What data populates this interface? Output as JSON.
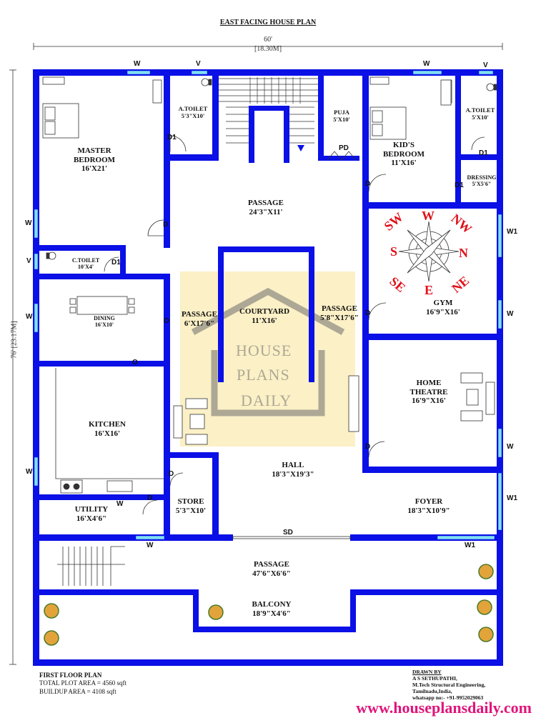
{
  "title": "EAST FACING HOUSE PLAN",
  "dimensions": {
    "width_ft": "60'",
    "width_m": "[18.30M]",
    "height_ft": "76'",
    "height_m": "[23.17M]"
  },
  "rooms": {
    "master_bedroom": {
      "name": "MASTER\nBEDROOM",
      "size": "16'X21'"
    },
    "a_toilet_left": {
      "name": "A.TOILET",
      "size": "5'3\"X10'"
    },
    "puja": {
      "name": "PUJA",
      "size": "5'X10'"
    },
    "kids_bedroom": {
      "name": "KID'S\nBEDROOM",
      "size": "11'X16'"
    },
    "a_toilet_right": {
      "name": "A.TOILET",
      "size": "5'X10'"
    },
    "dressing": {
      "name": "DRESSING",
      "size": "5'X5'6\""
    },
    "passage_top": {
      "name": "PASSAGE",
      "size": "24'3\"X11'"
    },
    "c_toilet": {
      "name": "C.TOILET",
      "size": "10'X4'"
    },
    "gym": {
      "name": "GYM",
      "size": "16'9\"X16'"
    },
    "dining": {
      "name": "DINING",
      "size": "16'X10'"
    },
    "passage_left": {
      "name": "PASSAGE",
      "size": "6'X17'6\""
    },
    "courtyard": {
      "name": "COURTYARD",
      "size": "11'X16'"
    },
    "passage_right": {
      "name": "PASSAGE",
      "size": "5'8\"X17'6\""
    },
    "home_theatre": {
      "name": "HOME\nTHEATRE",
      "size": "16'9\"X16'"
    },
    "kitchen": {
      "name": "KITCHEN",
      "size": "16'X16'"
    },
    "hall": {
      "name": "HALL",
      "size": "18'3\"X19'3\""
    },
    "utility": {
      "name": "UTILITY",
      "size": "16'X4'6\""
    },
    "store": {
      "name": "STORE",
      "size": "5'3\"X10'"
    },
    "foyer": {
      "name": "FOYER",
      "size": "18'3\"X10'9\""
    },
    "passage_bottom": {
      "name": "PASSAGE",
      "size": "47'6\"X6'6\""
    },
    "balcony": {
      "name": "BALCONY",
      "size": "18'9\"X4'6\""
    }
  },
  "markers": {
    "window": "W",
    "window1": "W1",
    "ventilator": "V",
    "door": "D",
    "door1": "D1",
    "puja_door": "PD",
    "opening": "O",
    "sliding_door": "SD"
  },
  "compass": {
    "sw": "SW",
    "w": "W",
    "nw": "NW",
    "s": "S",
    "n": "N",
    "se": "SE",
    "e": "E",
    "ne": "NE"
  },
  "watermark": {
    "line1": "HOUSE",
    "line2": "PLANS",
    "line3": "DAILY"
  },
  "footer": {
    "plan_name": "FIRST FLOOR PLAN",
    "total_plot": "TOTAL PLOT AREA = 4560 sqft",
    "buildup": "BUILDUP AREA = 4108 sqft"
  },
  "credit": {
    "heading": "DRAWN BY",
    "name": "A S SETHUPATHI,",
    "degree": "M.Tech Structural Engineering,",
    "location": "Tamilnadu,India,",
    "phone": "whatsapp no:- +91-9952029063"
  },
  "website": "www.houseplansdaily.com",
  "colors": {
    "wall": "#0a10e6",
    "window": "#7fe0f0",
    "compass_text": "#e0101a",
    "watermark_bg": "#fbeec0",
    "website": "#e0157a"
  }
}
